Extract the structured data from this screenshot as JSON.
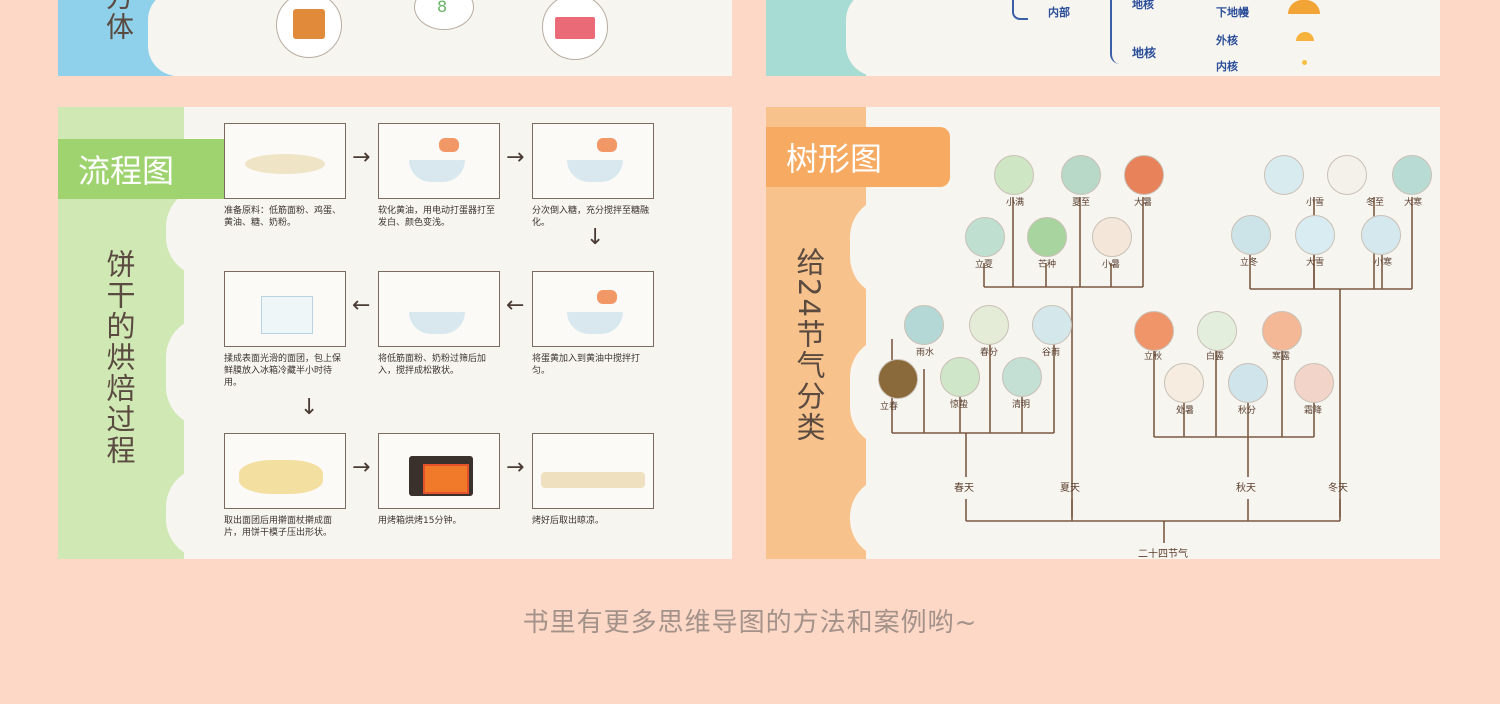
{
  "top_left": {
    "side_text": "方体"
  },
  "top_right": {
    "labels": [
      "内部",
      "地核",
      "地核",
      "下地幔",
      "外核",
      "内核"
    ]
  },
  "flow": {
    "tag": "流程图",
    "side_title": "饼干的烘焙过程",
    "captions": [
      "准备原料：低筋面粉、鸡蛋、黄油、糖、奶粉。",
      "软化黄油，用电动打蛋器打至发白、颜色变浅。",
      "分次倒入糖，充分搅拌至糖融化。",
      "揉成表面光滑的面团，包上保鲜膜放入冰箱冷藏半小时待用。",
      "将低筋面粉、奶粉过筛后加入，搅拌成松散状。",
      "将蛋黄加入到黄油中搅拌打匀。",
      "取出面团后用擀面杖擀成面片，用饼干模子压出形状。",
      "用烤箱烘烤15分钟。",
      "烤好后取出晾凉。"
    ]
  },
  "tree": {
    "tag": "树形图",
    "side_title": "给24节气分类",
    "root": "二十四节气",
    "seasons": [
      "春天",
      "夏天",
      "秋天",
      "冬天"
    ],
    "summer_nodes": [
      "小满",
      "夏至",
      "大暑",
      "立夏",
      "芒种",
      "小暑"
    ],
    "winter_nodes": [
      "小雪",
      "冬至",
      "大寒",
      "立冬",
      "大雪",
      "小寒"
    ],
    "spring_nodes": [
      "雨水",
      "春分",
      "谷雨",
      "立春",
      "惊蛰",
      "清明"
    ],
    "autumn_nodes": [
      "立秋",
      "白露",
      "寒露",
      "处暑",
      "秋分",
      "霜降"
    ]
  },
  "footer": "书里有更多思维导图的方法和案例哟~",
  "colors": {
    "background": "#fdd8c6",
    "flow_green": "#9fd36f",
    "tree_orange": "#f6aa62"
  }
}
